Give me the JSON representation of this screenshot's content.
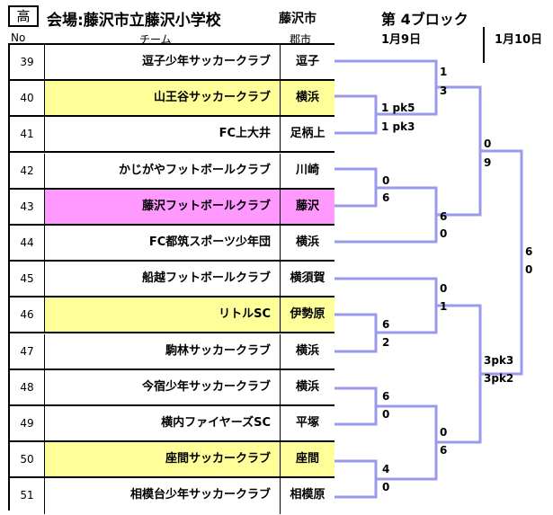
{
  "header": {
    "badge": "高",
    "title": "会場:藤沢市立藤沢小学校",
    "city": "藤沢市",
    "block": "第 4ブロック",
    "date1": "1月9日",
    "date2": "1月10日"
  },
  "columns": {
    "no": "No",
    "team": "チーム",
    "city": "郡市"
  },
  "teams": [
    {
      "no": "39",
      "name": "逗子少年サッカークラブ",
      "city": "逗子",
      "highlight": "none"
    },
    {
      "no": "40",
      "name": "山王谷サッカークラブ",
      "city": "横浜",
      "highlight": "yellow"
    },
    {
      "no": "41",
      "name": "FC上大井",
      "city": "足柄上",
      "highlight": "none"
    },
    {
      "no": "42",
      "name": "かじがやフットボールクラブ",
      "city": "川崎",
      "highlight": "none"
    },
    {
      "no": "43",
      "name": "藤沢フットボールクラブ",
      "city": "藤沢",
      "highlight": "pink"
    },
    {
      "no": "44",
      "name": "FC都筑スポーツ少年団",
      "city": "横浜",
      "highlight": "none"
    },
    {
      "no": "45",
      "name": "船越フットボールクラブ",
      "city": "横須賀",
      "highlight": "none"
    },
    {
      "no": "46",
      "name": "リトルSC",
      "city": "伊勢原",
      "highlight": "yellow"
    },
    {
      "no": "47",
      "name": "駒林サッカークラブ",
      "city": "横浜",
      "highlight": "none"
    },
    {
      "no": "48",
      "name": "今宿少年サッカークラブ",
      "city": "横浜",
      "highlight": "none"
    },
    {
      "no": "49",
      "name": "横内ファイヤーズSC",
      "city": "平塚",
      "highlight": "none"
    },
    {
      "no": "50",
      "name": "座間サッカークラブ",
      "city": "座間",
      "highlight": "yellow"
    },
    {
      "no": "51",
      "name": "相模台少年サッカークラブ",
      "city": "相模原",
      "highlight": "none"
    }
  ],
  "scores": {
    "m1_top": "1 pk5",
    "m1_bot": "1 pk3",
    "m2_top": "0",
    "m2_bot": "6",
    "m3_top": "6",
    "m3_bot": "2",
    "m4_top": "6",
    "m4_bot": "0",
    "m5_top": "4",
    "m5_bot": "0",
    "r2a_top": "1",
    "r2a_bot": "3",
    "r2b_top": "6",
    "r2b_bot": "0",
    "r2c_top": "0",
    "r2c_bot": "1",
    "r2d_top": "0",
    "r2d_bot": "6",
    "r3a_top": "0",
    "r3a_bot": "9",
    "r3b_top": "3pk3",
    "r3b_bot": "3pk2",
    "final_top": "6",
    "final_bot": "0"
  },
  "colors": {
    "bracket_line": "#9999ee",
    "yellow": "#ffff99",
    "pink": "#ff99ff"
  }
}
